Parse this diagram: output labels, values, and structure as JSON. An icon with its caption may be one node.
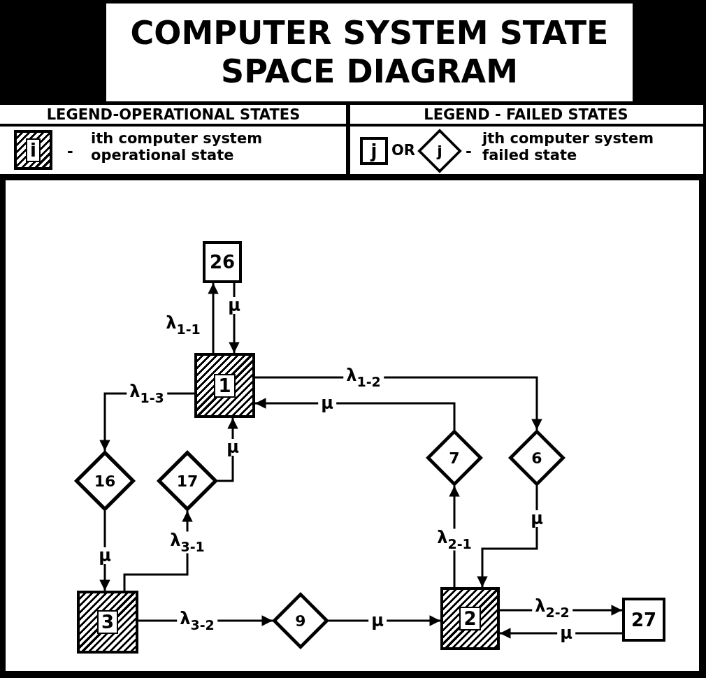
{
  "diagram": {
    "title": "COMPUTER SYSTEM STATE SPACE DIAGRAM",
    "nodes": [
      {
        "text": [
          "i"
        ],
        "beside": [
          "-"
        ]
      },
      {
        "text": [
          "j"
        ]
      },
      {
        "text": [
          "j"
        ],
        "beside": [
          "-"
        ]
      },
      {
        "text": [
          "26"
        ]
      },
      {
        "text": [
          "1"
        ]
      },
      {
        "text": [
          "16"
        ]
      },
      {
        "text": [
          "17"
        ]
      },
      {
        "text": [
          "7"
        ]
      },
      {
        "text": [
          "6"
        ]
      },
      {
        "text": [
          "3"
        ]
      },
      {
        "text": [
          "9"
        ]
      },
      {
        "text": [
          "2"
        ]
      },
      {
        "text": [
          "27"
        ]
      }
    ],
    "edges": [
      {
        "from": 4,
        "to": 3,
        "arrow": "to",
        "label": "λ$_{1-1}$"
      },
      {
        "from": 3,
        "to": 4,
        "arrow": "to",
        "label": "μ"
      },
      {
        "from": 4,
        "to": 8,
        "arrow": "to",
        "label": "λ$_{1-2}$"
      },
      {
        "from": 7,
        "to": 4,
        "arrow": "to",
        "label": "μ"
      },
      {
        "from": 4,
        "to": 5,
        "arrow": "to",
        "label": "λ$_{1-3}$"
      },
      {
        "from": 6,
        "to": 4,
        "arrow": "to",
        "label": "μ"
      },
      {
        "from": 5,
        "to": 9,
        "arrow": "to",
        "label": "μ"
      },
      {
        "from": 9,
        "to": 6,
        "arrow": "to",
        "label": "λ$_{3-1}$"
      },
      {
        "from": 9,
        "to": 10,
        "arrow": "to",
        "label": "λ$_{3-2}$"
      },
      {
        "from": 10,
        "to": 11,
        "arrow": "to",
        "label": "μ"
      },
      {
        "from": 11,
        "to": 7,
        "arrow": "to",
        "label": "λ$_{2-1}$"
      },
      {
        "from": 8,
        "to": 11,
        "arrow": "to",
        "label": "μ"
      },
      {
        "from": 11,
        "to": 12,
        "arrow": "to",
        "label": "λ$_{2-2}$"
      },
      {
        "from": 12,
        "to": 11,
        "arrow": "to",
        "label": "μ"
      }
    ],
    "labels": [
      "LEGEND-OPERATIONAL STATES",
      "LEGEND - FAILED STATES",
      "ith computer system operational state",
      "OR",
      "jth computer system failed state"
    ]
  }
}
